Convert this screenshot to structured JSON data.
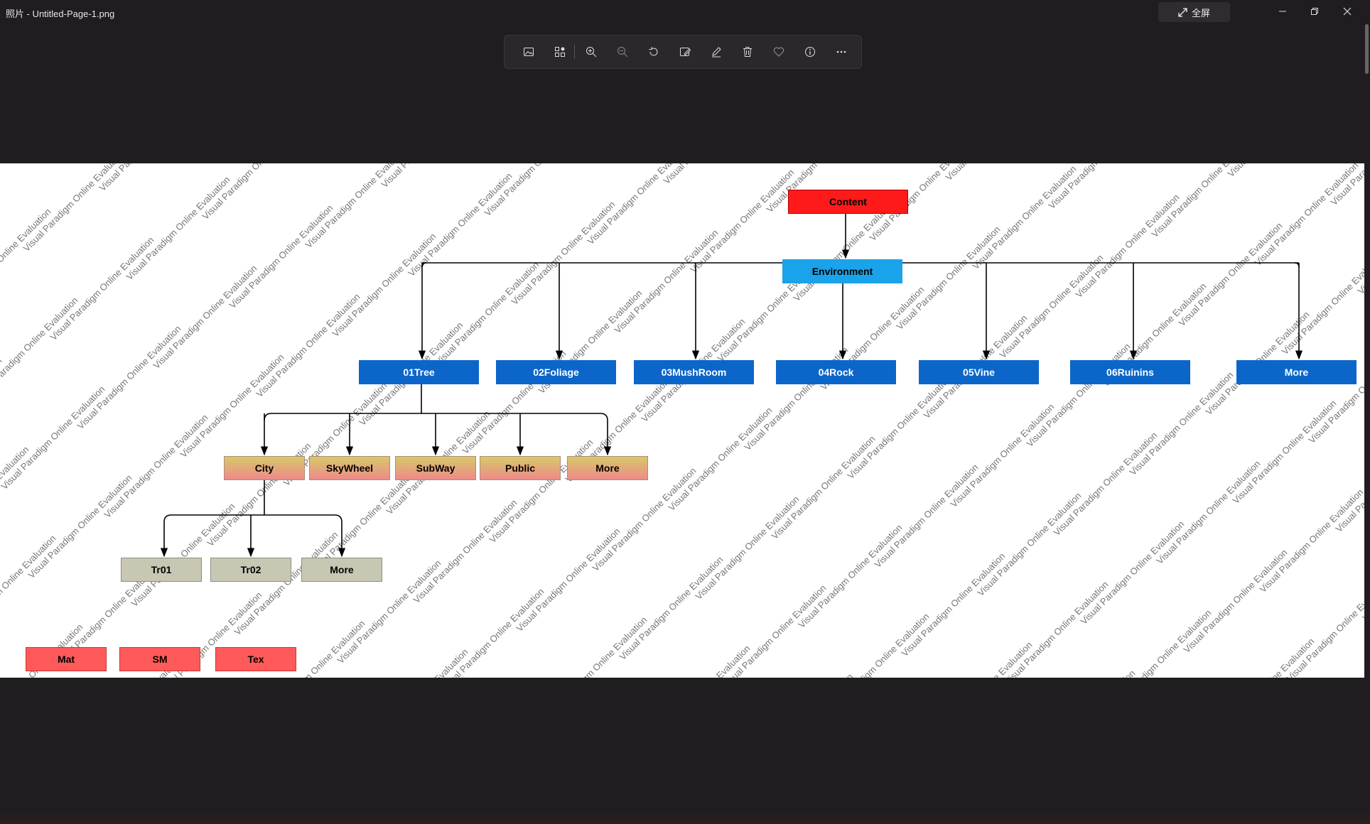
{
  "window": {
    "title": "照片 - Untitled-Page-1.png",
    "fullscreen_label": "全屏"
  },
  "toolbar": {
    "buttons": [
      "image-icon",
      "thumbnails-icon",
      "zoom-in-icon",
      "zoom-out-icon",
      "rotate-icon",
      "edit-image-icon",
      "draw-icon",
      "delete-icon",
      "favorite-icon",
      "info-icon",
      "more-icon"
    ]
  },
  "watermark": "Visual Paradigm Online Evaluation",
  "diagram": {
    "root": "Content",
    "environment": "Environment",
    "categories": [
      "01Tree",
      "02Foliage",
      "03MushRoom",
      "04Rock",
      "05Vine",
      "06Ruinins",
      "More"
    ],
    "tree_children": [
      "City",
      "SkyWheel",
      "SubWay",
      "Public",
      "More"
    ],
    "city_children": [
      "Tr01",
      "Tr02",
      "More"
    ],
    "assets": [
      "Mat",
      "SM",
      "Tex"
    ]
  },
  "colors": {
    "root": "#ff1a1a",
    "environment": "#1aa3ea",
    "category": "#0c66c9",
    "tree_child_top": "#d7c968",
    "tree_child_bottom": "#ee8a8a",
    "city_child": "#c8c7b4",
    "asset": "#ff5a5a"
  }
}
